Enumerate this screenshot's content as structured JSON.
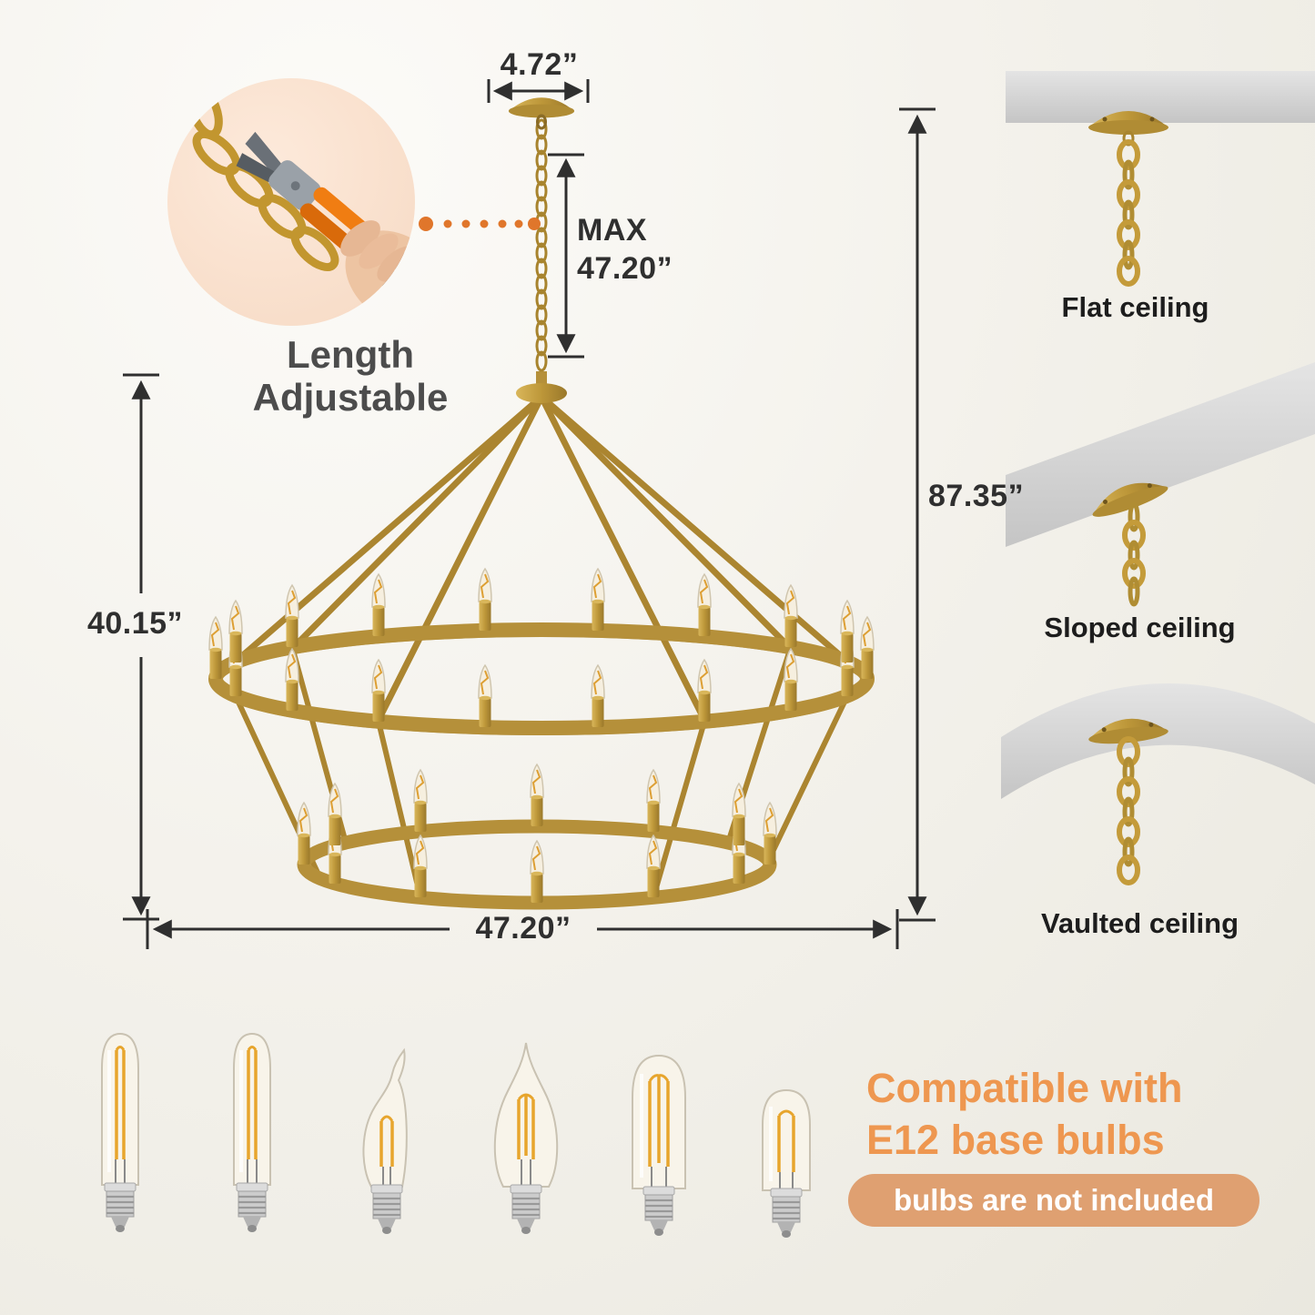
{
  "dimensions": {
    "canopy_width": "4.72”",
    "max_label": "MAX",
    "max_value": "47.20”",
    "total_height": "87.35”",
    "fixture_height": "40.15”",
    "fixture_width": "47.20”"
  },
  "feature": {
    "line1": "Length",
    "line2": "Adjustable"
  },
  "ceiling_types": [
    {
      "label": "Flat ceiling"
    },
    {
      "label": "Sloped ceiling"
    },
    {
      "label": "Vaulted ceiling"
    }
  ],
  "compatibility": {
    "heading_line1": "Compatible with",
    "heading_line2": "E12 base bulbs",
    "badge": "bulbs are not included"
  },
  "colors": {
    "gold": "#b5903a",
    "accent_orange": "#ee9750",
    "badge_bg": "#dfa071",
    "dimension_text": "#2f2f2f"
  }
}
